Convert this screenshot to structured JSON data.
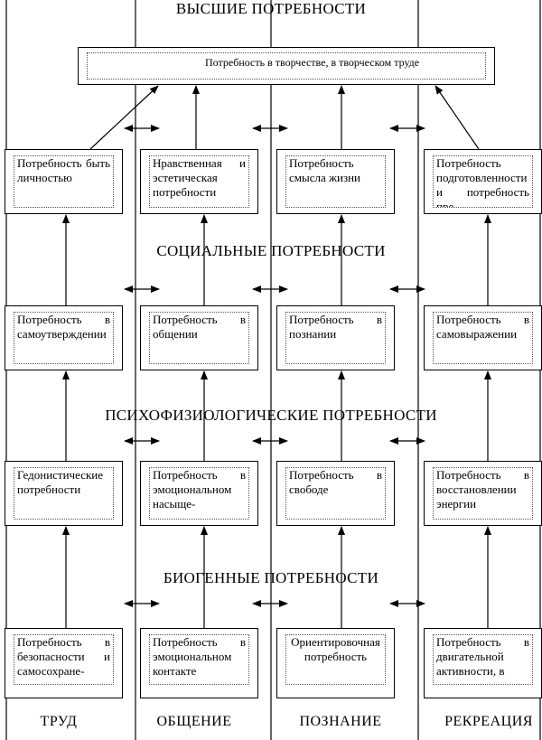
{
  "headings": {
    "higher": "ВЫСШИЕ ПОТРЕБНОСТИ",
    "social": "СОЦИАЛЬНЫЕ ПОТРЕБНОСТИ",
    "psychophysiological": "ПСИХОФИЗИОЛОГИЧЕСКИЕ ПОТРЕБНОСТИ",
    "biogenic": "БИОГЕННЫЕ ПОТРЕБНОСТИ"
  },
  "top_box": "Потребность в творчестве, в творческом труде",
  "rows": {
    "higher": [
      "Потребность быть личностью",
      "Нравственная и эстетическая потребности",
      "Потребность смысла жизни",
      "Потребность подготовленности и потребность пре-"
    ],
    "social": [
      "Потребность в самоутверждении",
      "Потребность в общении",
      "Потребность в познании",
      "Потребность в самовыражении"
    ],
    "psychophysiological": [
      "Гедонистические потребности",
      "Потребность в эмоциональном насыще-",
      "Потребность в свободе",
      "Потребность в восстановлении энергии"
    ],
    "biogenic": [
      "Потребность в безопасности и самосохране-",
      "Потребность в эмоциональном контакте",
      "Ориентировочная потребность",
      "Потребность в двигательной активности, в"
    ]
  },
  "columns": [
    "ТРУД",
    "ОБЩЕНИЕ",
    "ПОЗНАНИЕ",
    "РЕКРЕАЦИЯ"
  ]
}
